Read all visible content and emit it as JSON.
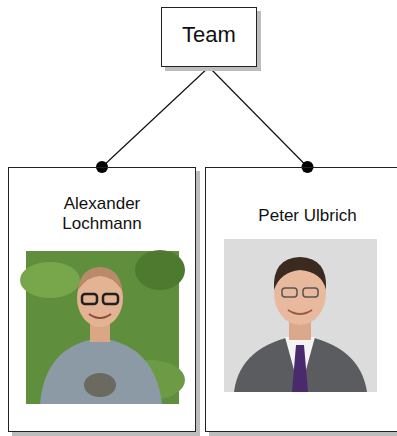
{
  "diagram": {
    "nodes": [
      {
        "text": [
          "Team"
        ]
      },
      {
        "text": [
          "Alexander Lochmann"
        ]
      },
      {
        "text": [
          "Peter Ulbrich"
        ]
      }
    ],
    "edges": [
      {
        "from": 0,
        "to": 1,
        "arrow": "to"
      },
      {
        "from": 0,
        "to": 2,
        "arrow": "to"
      }
    ]
  }
}
